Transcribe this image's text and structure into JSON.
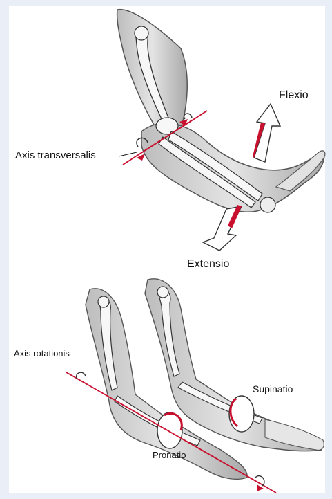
{
  "labels": {
    "flexio": "Flexio",
    "axis_transversalis": "Axis transversalis",
    "extensio": "Extensio",
    "axis_rotationis": "Axis rotationis",
    "supinatio": "Supinatio",
    "pronatio": "Pronatio"
  },
  "colors": {
    "background": "#e9eef7",
    "panel": "#ffffff",
    "axis_line": "#c8102e",
    "arm_fill": "#dcdcdc",
    "arm_shadow": "#9a9a9a",
    "bone": "#f7f7f7",
    "outline": "#333333"
  },
  "icons": [
    "arm-flexion-illustration",
    "arm-rotation-illustration",
    "curved-arrow-icon"
  ]
}
